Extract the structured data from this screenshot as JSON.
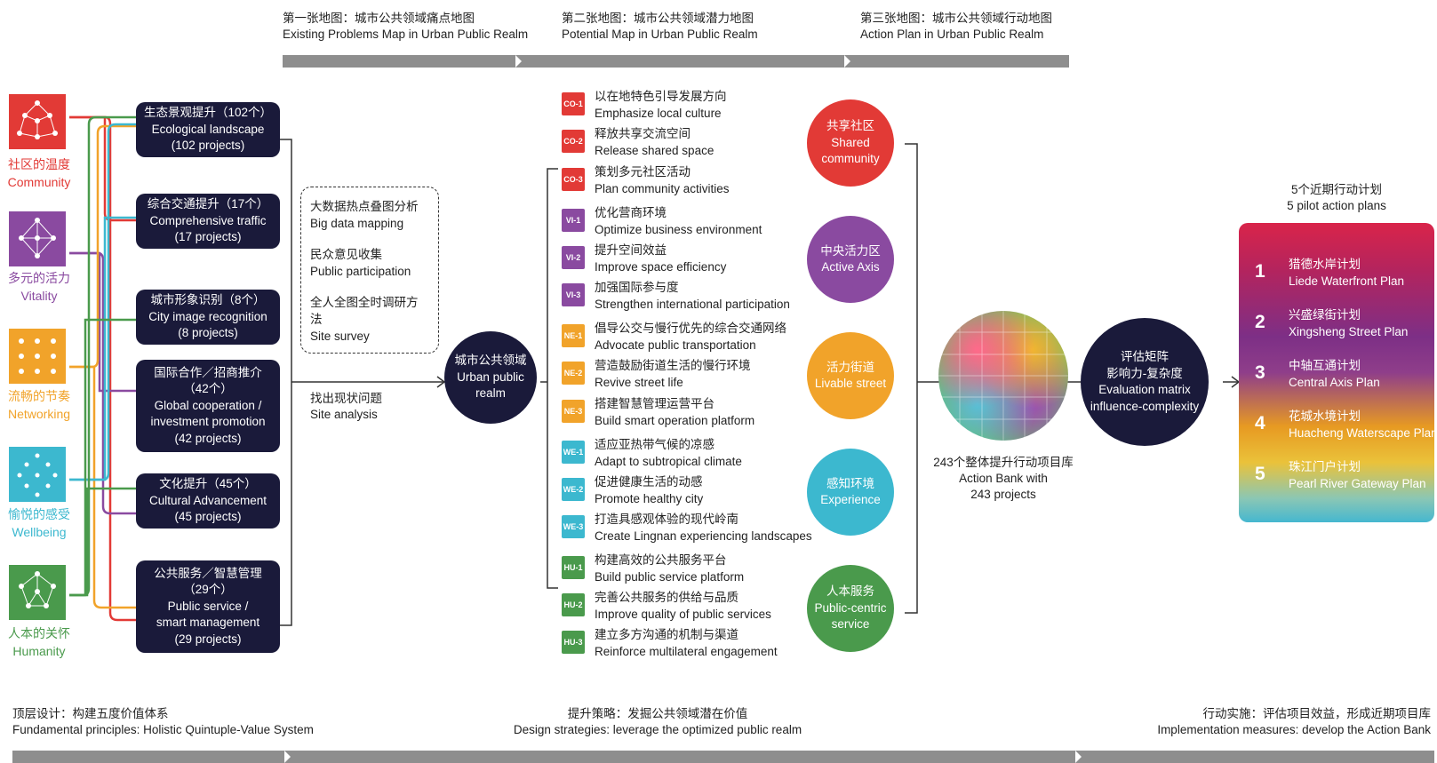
{
  "colors": {
    "community": "#e23a36",
    "vitality": "#8a4aa0",
    "networking": "#f1a32a",
    "wellbeing": "#3cb8cf",
    "humanity": "#4a9a4c",
    "dark": "#1a1a3a",
    "bar": "#8e8e8e"
  },
  "top_stages": [
    {
      "zh": "第一张地图：城市公共领域痛点地图",
      "en": "Existing Problems Map in Urban Public Realm"
    },
    {
      "zh": "第二张地图：城市公共领域潜力地图",
      "en": "Potential Map in Urban Public Realm"
    },
    {
      "zh": "第三张地图：城市公共领域行动地图",
      "en": "Action Plan in Urban Public Realm"
    }
  ],
  "values": [
    {
      "zh": "社区的温度",
      "en": "Community",
      "icon": "community-network-icon"
    },
    {
      "zh": "多元的活力",
      "en": "Vitality",
      "icon": "vitality-network-icon"
    },
    {
      "zh": "流畅的节奏",
      "en": "Networking",
      "icon": "networking-dots-icon"
    },
    {
      "zh": "愉悦的感受",
      "en": "Wellbeing",
      "icon": "wellbeing-dots-icon"
    },
    {
      "zh": "人本的关怀",
      "en": "Humanity",
      "icon": "humanity-network-icon"
    }
  ],
  "categories": [
    {
      "zh": "生态景观提升（102个）",
      "en": "Ecological landscape",
      "count": "(102 projects)"
    },
    {
      "zh": "综合交通提升（17个）",
      "en": "Comprehensive traffic",
      "count": "(17 projects)"
    },
    {
      "zh": "城市形象识别（8个）",
      "en": "City image recognition",
      "count": "(8 projects)"
    },
    {
      "zh": "国际合作／招商推介",
      "zh2": "（42个）",
      "en": "Global cooperation /",
      "en2": "investment promotion",
      "count": "(42 projects)"
    },
    {
      "zh": "文化提升（45个）",
      "en": "Cultural Advancement",
      "count": "(45 projects)"
    },
    {
      "zh": "公共服务／智慧管理",
      "zh2": "（29个）",
      "en": "Public service /",
      "en2": "smart management",
      "count": "(29 projects)"
    }
  ],
  "methods": [
    {
      "zh": "大数据热点叠图分析",
      "en": "Big data mapping"
    },
    {
      "zh": "民众意见收集",
      "en": "Public participation"
    },
    {
      "zh": "全人全图全时调研方法",
      "en": "Site survey"
    }
  ],
  "site_analysis": {
    "zh": "找出现状问题",
    "en": "Site analysis"
  },
  "center_circle": {
    "zh": "城市公共领域",
    "en1": "Urban public",
    "en2": "realm"
  },
  "strategies": [
    {
      "code": "CO-1",
      "zh": "以在地特色引导发展方向",
      "en": "Emphasize local culture",
      "group": "community"
    },
    {
      "code": "CO-2",
      "zh": "释放共享交流空间",
      "en": "Release shared space",
      "group": "community"
    },
    {
      "code": "CO-3",
      "zh": "策划多元社区活动",
      "en": "Plan community activities",
      "group": "community"
    },
    {
      "code": "VI-1",
      "zh": "优化营商环境",
      "en": "Optimize business environment",
      "group": "vitality"
    },
    {
      "code": "VI-2",
      "zh": "提升空间效益",
      "en": "Improve space efficiency",
      "group": "vitality"
    },
    {
      "code": "VI-3",
      "zh": "加强国际参与度",
      "en": "Strengthen international participation",
      "group": "vitality"
    },
    {
      "code": "NE-1",
      "zh": "倡导公交与慢行优先的综合交通网络",
      "en": "Advocate public transportation",
      "group": "networking"
    },
    {
      "code": "NE-2",
      "zh": "营造鼓励街道生活的慢行环境",
      "en": "Revive street life",
      "group": "networking"
    },
    {
      "code": "NE-3",
      "zh": "搭建智慧管理运营平台",
      "en": "Build smart operation platform",
      "group": "networking"
    },
    {
      "code": "WE-1",
      "zh": "适应亚热带气候的凉感",
      "en": "Adapt to subtropical climate",
      "group": "wellbeing"
    },
    {
      "code": "WE-2",
      "zh": "促进健康生活的动感",
      "en": "Promote healthy city",
      "group": "wellbeing"
    },
    {
      "code": "WE-3",
      "zh": "打造具感观体验的现代岭南",
      "en": "Create Lingnan experiencing landscapes",
      "group": "wellbeing"
    },
    {
      "code": "HU-1",
      "zh": "构建高效的公共服务平台",
      "en": "Build public service platform",
      "group": "humanity"
    },
    {
      "code": "HU-2",
      "zh": "完善公共服务的供给与品质",
      "en": "Improve quality of public services",
      "group": "humanity"
    },
    {
      "code": "HU-3",
      "zh": "建立多方沟通的机制与渠道",
      "en": "Reinforce multilateral engagement",
      "group": "humanity"
    }
  ],
  "goal_circles": [
    {
      "zh": "共享社区",
      "en1": "Shared",
      "en2": "community",
      "group": "community"
    },
    {
      "zh": "中央活力区",
      "en1": "Active Axis",
      "en2": "",
      "group": "vitality"
    },
    {
      "zh": "活力街道",
      "en1": "Livable street",
      "en2": "",
      "group": "networking"
    },
    {
      "zh": "感知环境",
      "en1": "Experience",
      "en2": "",
      "group": "wellbeing"
    },
    {
      "zh": "人本服务",
      "en1": "Public-centric",
      "en2": "service",
      "group": "humanity"
    }
  ],
  "action_bank": {
    "zh": "243个整体提升行动项目库",
    "en1": "Action Bank with",
    "en2": "243 projects"
  },
  "evaluation": {
    "zh1": "评估矩阵",
    "zh2": "影响力-复杂度",
    "en1": "Evaluation matrix",
    "en2": "influence-complexity"
  },
  "plans_title": {
    "zh": "5个近期行动计划",
    "en": "5 pilot action plans"
  },
  "plans": [
    {
      "num": "1",
      "zh": "猎德水岸计划",
      "en": "Liede Waterfront Plan"
    },
    {
      "num": "2",
      "zh": "兴盛绿街计划",
      "en": "Xingsheng Street Plan"
    },
    {
      "num": "3",
      "zh": "中轴互通计划",
      "en": "Central Axis Plan"
    },
    {
      "num": "4",
      "zh": "花城水境计划",
      "en": "Huacheng Waterscape Plan"
    },
    {
      "num": "5",
      "zh": "珠江门户计划",
      "en": "Pearl River Gateway Plan"
    }
  ],
  "bottom_stages": [
    {
      "zh": "顶层设计：构建五度价值体系",
      "en": "Fundamental principles: Holistic Quintuple-Value System"
    },
    {
      "zh": "提升策略：发掘公共领域潜在价值",
      "en": "Design strategies: leverage the optimized public realm"
    },
    {
      "zh": "行动实施：评估项目效益，形成近期项目库",
      "en": "Implementation measures: develop the Action Bank"
    }
  ]
}
